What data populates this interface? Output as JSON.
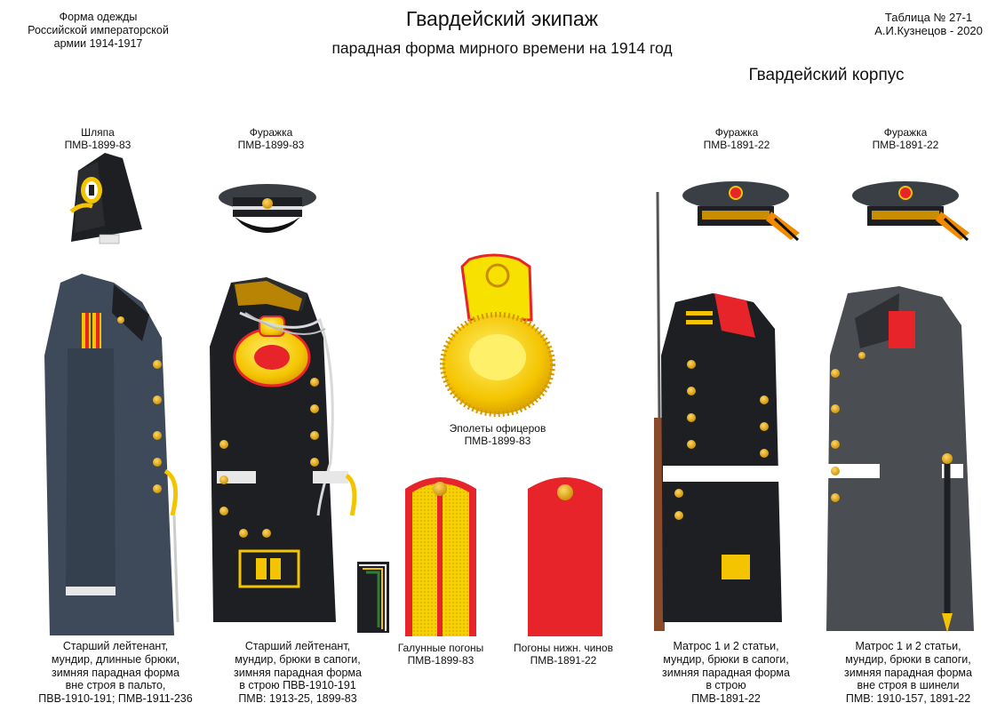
{
  "header": {
    "left_lines": [
      "Форма одежды",
      "Российской императорской",
      "армии  1914-1917"
    ],
    "title": "Гвардейский экипаж",
    "subtitle": "парадная форма мирного времени на 1914 год",
    "right_lines": [
      "Таблица № 27-1",
      "А.И.Кузнецов - 2020"
    ],
    "corps": "Гвардейский корпус"
  },
  "headwear": [
    {
      "name": "Шляпа",
      "code": "ПМВ-1899-83"
    },
    {
      "name": "Фуражка",
      "code": "ПМВ-1899-83"
    },
    {
      "name": "Фуражка",
      "code": "ПМВ-1891-22"
    },
    {
      "name": "Фуражка",
      "code": "ПМВ-1891-22"
    }
  ],
  "insignia": {
    "epaulette": {
      "name": "Эполеты офицеров",
      "code": "ПМВ-1899-83"
    },
    "galloon": {
      "name": "Галунные погоны",
      "code": "ПМВ-1899-83"
    },
    "lower_ranks": {
      "name": "Погоны нижн. чинов",
      "code": "ПМВ-1891-22"
    }
  },
  "figures": [
    {
      "caption": "Старший лейтенант,\nмундир, длинные  брюки,\nзимняя парадная форма\nвне строя в пальто,\nПВВ-1910-191; ПМВ-1911-236"
    },
    {
      "caption": "Старший лейтенант,\nмундир, брюки в сапоги,\nзимняя парадная форма\nв строю  ПВВ-1910-191\nПМВ: 1913-25, 1899-83"
    },
    {
      "caption": "Матрос 1 и 2 статьи,\nмундир, брюки в сапоги,\nзимняя парадная форма\nв строю\nПМВ-1891-22"
    },
    {
      "caption": "Матрос 1 и 2 статьи,\nмундир, брюки в сапоги,\nзимняя парадная форма\nвне строя в шинели\nПМВ: 1910-157, 1891-22"
    }
  ],
  "colors": {
    "greatcoat_navy": "#3e4a5a",
    "tunic_black": "#1d1f22",
    "greatcoat_grey": "#4a4d51",
    "gold": "#f4c400",
    "gold_dark": "#c98d00",
    "red": "#e8242b",
    "white": "#ffffff"
  }
}
